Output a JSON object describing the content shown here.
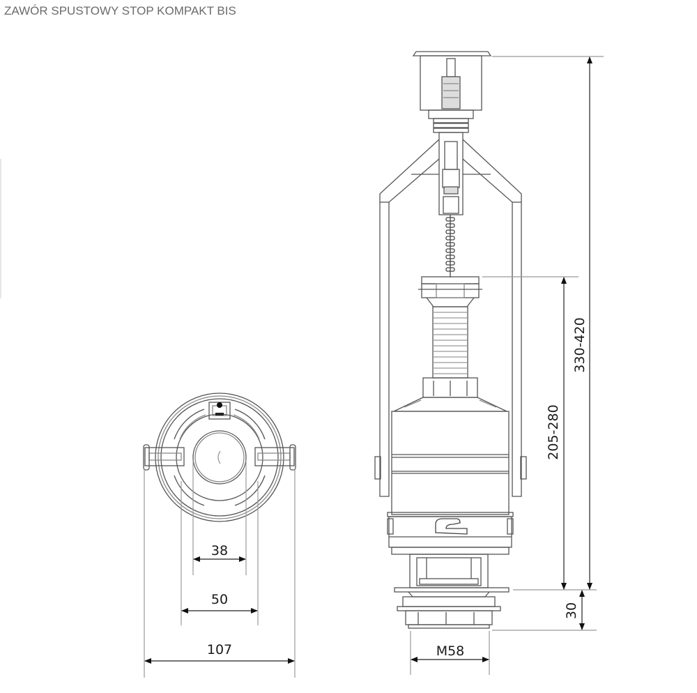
{
  "title": "ZAWÓR SPUSTOWY STOP KOMPAKT BIS",
  "colors": {
    "background": "#ffffff",
    "drawing_line": "#555555",
    "dimension_line": "#9a9a9a",
    "text": "#1a1a1a",
    "title_text": "#6b6b6b"
  },
  "views": {
    "top_view": {
      "dimensions": {
        "inner_diameter": "38",
        "mid_diameter": "50",
        "overall_width": "107"
      }
    },
    "side_view": {
      "dimensions": {
        "total_height": "330-420",
        "overflow_height": "205-280",
        "thread_length": "30",
        "thread": "M58"
      }
    }
  }
}
